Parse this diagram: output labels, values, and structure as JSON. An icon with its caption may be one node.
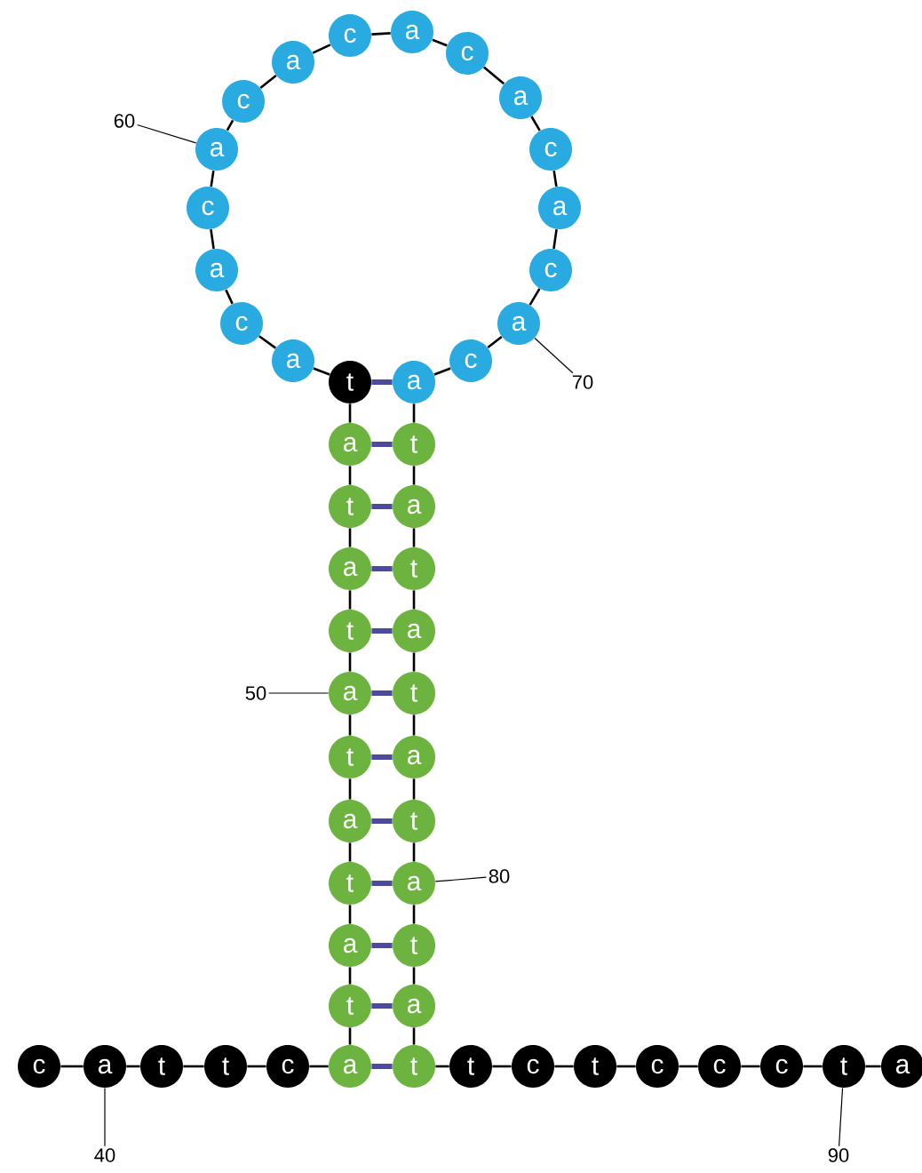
{
  "diagram": {
    "nodes": [
      {
        "text": [
          "c"
        ]
      },
      {
        "text": [
          "a"
        ]
      },
      {
        "text": [
          "t"
        ]
      },
      {
        "text": [
          "t"
        ]
      },
      {
        "text": [
          "c"
        ]
      },
      {
        "text": [
          "a"
        ]
      },
      {
        "text": [
          "t"
        ]
      },
      {
        "text": [
          "a"
        ]
      },
      {
        "text": [
          "t"
        ]
      },
      {
        "text": [
          "a"
        ]
      },
      {
        "text": [
          "t"
        ]
      },
      {
        "text": [
          "a"
        ]
      },
      {
        "text": [
          "t"
        ]
      },
      {
        "text": [
          "a"
        ]
      },
      {
        "text": [
          "t"
        ]
      },
      {
        "text": [
          "a"
        ]
      },
      {
        "text": [
          "t"
        ]
      },
      {
        "text": [
          "a"
        ]
      },
      {
        "text": [
          "c"
        ]
      },
      {
        "text": [
          "a"
        ]
      },
      {
        "text": [
          "c"
        ]
      },
      {
        "text": [
          "a"
        ]
      },
      {
        "text": [
          "c"
        ]
      },
      {
        "text": [
          "a"
        ]
      },
      {
        "text": [
          "c"
        ]
      },
      {
        "text": [
          "a"
        ]
      },
      {
        "text": [
          "c"
        ]
      },
      {
        "text": [
          "a"
        ]
      },
      {
        "text": [
          "c"
        ]
      },
      {
        "text": [
          "a"
        ]
      },
      {
        "text": [
          "c"
        ]
      },
      {
        "text": [
          "a"
        ]
      },
      {
        "text": [
          "c"
        ]
      },
      {
        "text": [
          "a"
        ]
      },
      {
        "text": [
          "t"
        ]
      },
      {
        "text": [
          "a"
        ]
      },
      {
        "text": [
          "t"
        ]
      },
      {
        "text": [
          "a"
        ]
      },
      {
        "text": [
          "t"
        ]
      },
      {
        "text": [
          "a"
        ]
      },
      {
        "text": [
          "t"
        ]
      },
      {
        "text": [
          "a"
        ]
      },
      {
        "text": [
          "t"
        ]
      },
      {
        "text": [
          "a"
        ]
      },
      {
        "text": [
          "t"
        ]
      },
      {
        "text": [
          "t"
        ]
      },
      {
        "text": [
          "c"
        ]
      },
      {
        "text": [
          "t"
        ]
      },
      {
        "text": [
          "c"
        ]
      },
      {
        "text": [
          "c"
        ]
      },
      {
        "text": [
          "c"
        ]
      },
      {
        "text": [
          "t"
        ]
      },
      {
        "text": [
          "a"
        ]
      },
      {
        "text": [
          "40"
        ]
      },
      {
        "text": [
          "50"
        ]
      },
      {
        "text": [
          "60"
        ]
      },
      {
        "text": [
          "70"
        ]
      },
      {
        "text": [
          "80"
        ]
      },
      {
        "text": [
          "90"
        ]
      }
    ],
    "edges": [
      {
        "from": 0,
        "to": 1,
        "arrow": "none"
      },
      {
        "from": 1,
        "to": 2,
        "arrow": "none"
      },
      {
        "from": 2,
        "to": 3,
        "arrow": "none"
      },
      {
        "from": 3,
        "to": 4,
        "arrow": "none"
      },
      {
        "from": 4,
        "to": 5,
        "arrow": "none"
      },
      {
        "from": 5,
        "to": 6,
        "arrow": "none"
      },
      {
        "from": 6,
        "to": 7,
        "arrow": "none"
      },
      {
        "from": 7,
        "to": 8,
        "arrow": "none"
      },
      {
        "from": 8,
        "to": 9,
        "arrow": "none"
      },
      {
        "from": 9,
        "to": 10,
        "arrow": "none"
      },
      {
        "from": 10,
        "to": 11,
        "arrow": "none"
      },
      {
        "from": 11,
        "to": 12,
        "arrow": "none"
      },
      {
        "from": 12,
        "to": 13,
        "arrow": "none"
      },
      {
        "from": 13,
        "to": 14,
        "arrow": "none"
      },
      {
        "from": 14,
        "to": 15,
        "arrow": "none"
      },
      {
        "from": 15,
        "to": 16,
        "arrow": "none"
      },
      {
        "from": 16,
        "to": 17,
        "arrow": "none"
      },
      {
        "from": 17,
        "to": 18,
        "arrow": "none"
      },
      {
        "from": 18,
        "to": 19,
        "arrow": "none"
      },
      {
        "from": 19,
        "to": 20,
        "arrow": "none"
      },
      {
        "from": 20,
        "to": 21,
        "arrow": "none"
      },
      {
        "from": 21,
        "to": 22,
        "arrow": "none"
      },
      {
        "from": 22,
        "to": 23,
        "arrow": "none"
      },
      {
        "from": 23,
        "to": 24,
        "arrow": "none"
      },
      {
        "from": 24,
        "to": 25,
        "arrow": "none"
      },
      {
        "from": 25,
        "to": 26,
        "arrow": "none"
      },
      {
        "from": 26,
        "to": 27,
        "arrow": "none"
      },
      {
        "from": 27,
        "to": 28,
        "arrow": "none"
      },
      {
        "from": 28,
        "to": 29,
        "arrow": "none"
      },
      {
        "from": 29,
        "to": 30,
        "arrow": "none"
      },
      {
        "from": 30,
        "to": 31,
        "arrow": "none"
      },
      {
        "from": 31,
        "to": 32,
        "arrow": "none"
      },
      {
        "from": 32,
        "to": 33,
        "arrow": "none"
      },
      {
        "from": 33,
        "to": 34,
        "arrow": "none"
      },
      {
        "from": 34,
        "to": 35,
        "arrow": "none"
      },
      {
        "from": 35,
        "to": 36,
        "arrow": "none"
      },
      {
        "from": 36,
        "to": 37,
        "arrow": "none"
      },
      {
        "from": 37,
        "to": 38,
        "arrow": "none"
      },
      {
        "from": 38,
        "to": 39,
        "arrow": "none"
      },
      {
        "from": 39,
        "to": 40,
        "arrow": "none"
      },
      {
        "from": 40,
        "to": 41,
        "arrow": "none"
      },
      {
        "from": 41,
        "to": 42,
        "arrow": "none"
      },
      {
        "from": 42,
        "to": 43,
        "arrow": "none"
      },
      {
        "from": 43,
        "to": 44,
        "arrow": "none"
      },
      {
        "from": 44,
        "to": 45,
        "arrow": "none"
      },
      {
        "from": 45,
        "to": 46,
        "arrow": "none"
      },
      {
        "from": 46,
        "to": 47,
        "arrow": "none"
      },
      {
        "from": 47,
        "to": 48,
        "arrow": "none"
      },
      {
        "from": 48,
        "to": 49,
        "arrow": "none"
      },
      {
        "from": 49,
        "to": 50,
        "arrow": "none"
      },
      {
        "from": 50,
        "to": 51,
        "arrow": "none"
      },
      {
        "from": 51,
        "to": 52,
        "arrow": "none"
      },
      {
        "from": 5,
        "to": 44,
        "arrow": "none",
        "style": "thick",
        "color": "#4b4a9d"
      },
      {
        "from": 6,
        "to": 43,
        "arrow": "none",
        "style": "thick",
        "color": "#4b4a9d"
      },
      {
        "from": 7,
        "to": 42,
        "arrow": "none",
        "style": "thick",
        "color": "#4b4a9d"
      },
      {
        "from": 8,
        "to": 41,
        "arrow": "none",
        "style": "thick",
        "color": "#4b4a9d"
      },
      {
        "from": 9,
        "to": 40,
        "arrow": "none",
        "style": "thick",
        "color": "#4b4a9d"
      },
      {
        "from": 10,
        "to": 39,
        "arrow": "none",
        "style": "thick",
        "color": "#4b4a9d"
      },
      {
        "from": 11,
        "to": 38,
        "arrow": "none",
        "style": "thick",
        "color": "#4b4a9d"
      },
      {
        "from": 12,
        "to": 37,
        "arrow": "none",
        "style": "thick",
        "color": "#4b4a9d"
      },
      {
        "from": 13,
        "to": 36,
        "arrow": "none",
        "style": "thick",
        "color": "#4b4a9d"
      },
      {
        "from": 14,
        "to": 35,
        "arrow": "none",
        "style": "thick",
        "color": "#4b4a9d"
      },
      {
        "from": 15,
        "to": 34,
        "arrow": "none",
        "style": "thick",
        "color": "#4b4a9d"
      },
      {
        "from": 16,
        "to": 33,
        "arrow": "none",
        "style": "thick",
        "color": "#4b4a9d"
      },
      {
        "from": 53,
        "to": 1,
        "arrow": "none"
      },
      {
        "from": 54,
        "to": 11,
        "arrow": "none"
      },
      {
        "from": 55,
        "to": 21,
        "arrow": "none"
      },
      {
        "from": 56,
        "to": 31,
        "arrow": "none"
      },
      {
        "from": 57,
        "to": 41,
        "arrow": "none"
      },
      {
        "from": 58,
        "to": 51,
        "arrow": "none"
      }
    ]
  }
}
